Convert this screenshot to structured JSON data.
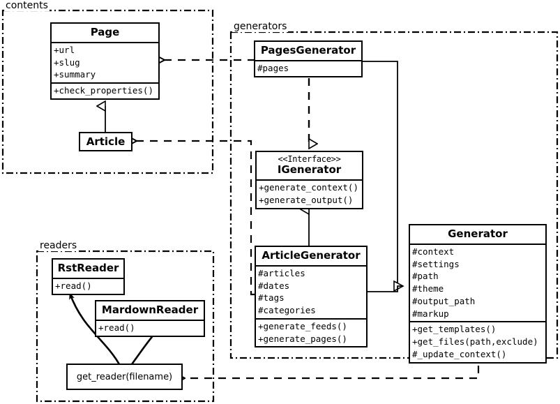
{
  "diagram": {
    "kind": "uml-class-diagram",
    "packages": [
      {
        "id": "contents",
        "label": "contents"
      },
      {
        "id": "generators",
        "label": "generators"
      },
      {
        "id": "readers",
        "label": "readers"
      }
    ],
    "classes": {
      "page": {
        "name": "Page",
        "attributes": [
          "+url",
          "+slug",
          "+summary"
        ],
        "methods": [
          "+check_properties()"
        ]
      },
      "article": {
        "name": "Article",
        "attributes": [],
        "methods": []
      },
      "pages_generator": {
        "name": "PagesGenerator",
        "attributes": [
          "#pages"
        ],
        "methods": []
      },
      "igenerator": {
        "stereotype": "<<Interface>>",
        "name": "IGenerator",
        "attributes": [],
        "methods": [
          "+generate_context()",
          "+generate_output()"
        ]
      },
      "article_generator": {
        "name": "ArticleGenerator",
        "attributes": [
          "#articles",
          "#dates",
          "#tags",
          "#categories"
        ],
        "methods": [
          "+generate_feeds()",
          "+generate_pages()"
        ]
      },
      "generator": {
        "name": "Generator",
        "attributes": [
          "#context",
          "#settings",
          "#path",
          "#theme",
          "#output_path",
          "#markup"
        ],
        "methods": [
          "+get_templates()",
          "+get_files(path,exclude)",
          "#_update_context()"
        ]
      },
      "rst_reader": {
        "name": "RstReader",
        "attributes": [],
        "methods": [
          "+read()"
        ]
      },
      "mardown_reader": {
        "name": "MardownReader",
        "attributes": [],
        "methods": [
          "+read()"
        ]
      },
      "get_reader": {
        "name": "get_reader(filename)"
      }
    },
    "colors": {
      "stroke": "#000000",
      "background": "#ffffff"
    }
  }
}
